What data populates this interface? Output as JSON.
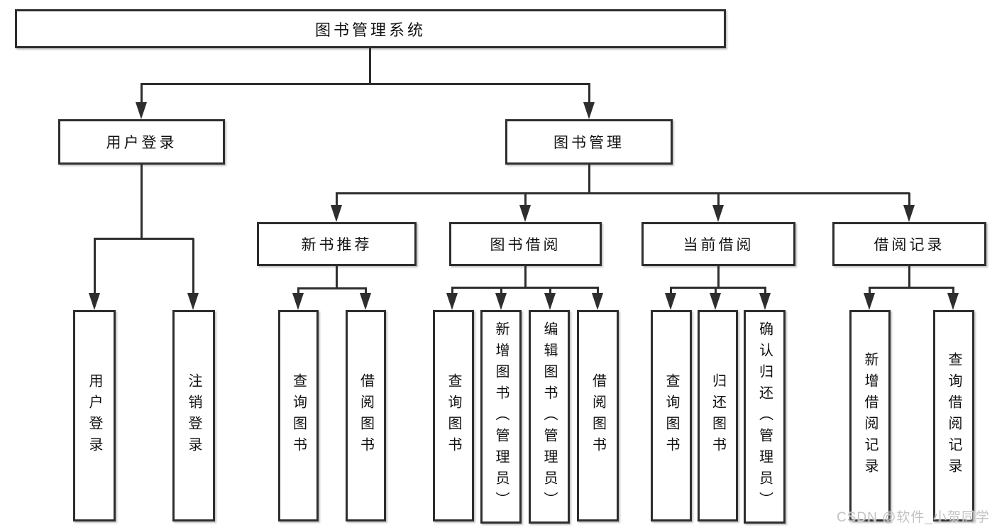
{
  "diagram": {
    "type": "hierarchy-tree",
    "colors": {
      "line": "#2e2e2e",
      "text": "#111111",
      "background": "#ffffff",
      "watermark": "#c3c3c3"
    },
    "root": {
      "label": "图书管理系统",
      "children": [
        {
          "label": "用户登录",
          "children": [
            {
              "label": "用户登录"
            },
            {
              "label": "注销登录"
            }
          ]
        },
        {
          "label": "图书管理",
          "children": [
            {
              "label": "新书推荐",
              "children": [
                {
                  "label": "查询图书"
                },
                {
                  "label": "借阅图书"
                }
              ]
            },
            {
              "label": "图书借阅",
              "children": [
                {
                  "label": "查询图书"
                },
                {
                  "label": "新增图书（管理员）"
                },
                {
                  "label": "编辑图书（管理员）"
                },
                {
                  "label": "借阅图书"
                }
              ]
            },
            {
              "label": "当前借阅",
              "children": [
                {
                  "label": "查询图书"
                },
                {
                  "label": "归还图书"
                },
                {
                  "label": "确认归还（管理员）"
                }
              ]
            },
            {
              "label": "借阅记录",
              "children": [
                {
                  "label": "新增借阅记录"
                },
                {
                  "label": "查询借阅记录"
                }
              ]
            }
          ]
        }
      ]
    }
  },
  "watermark": {
    "text": "CSDN @软件_小贺同学"
  }
}
